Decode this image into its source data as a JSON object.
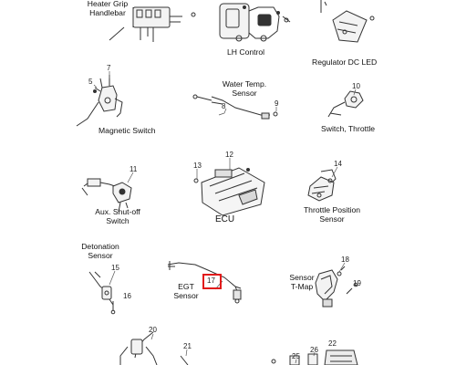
{
  "labels": {
    "heater_grip_1": "Heater Grip",
    "heater_grip_2": "Handlebar",
    "lh_control": "LH Control",
    "regulator": "Regulator DC LED",
    "water_temp_1": "Water Temp.",
    "water_temp_2": "Sensor",
    "magnetic_switch": "Magnetic Switch",
    "switch_throttle": "Switch, Throttle",
    "aux_1": "Aux. Shut-off",
    "aux_2": "Switch",
    "ecu": "ECU",
    "tps_1": "Throttle Position",
    "tps_2": "Sensor",
    "detonation_1": "Detonation",
    "detonation_2": "Sensor",
    "egt_1": "EGT",
    "egt_2": "Sensor",
    "tmap_1": "Sensor",
    "tmap_2": "T-Map"
  },
  "callouts": {
    "n5": "5",
    "n7": "7",
    "n8": "8",
    "n9": "9",
    "n10": "10",
    "n11": "11",
    "n12": "12",
    "n13": "13",
    "n14": "14",
    "n15": "15",
    "n16": "16",
    "n17": "17",
    "n18": "18",
    "n19": "19",
    "n20": "20",
    "n21": "21",
    "n22": "22",
    "n25": "25",
    "n26": "26"
  },
  "highlight": {
    "callout": "17",
    "color": "#e11b1b"
  }
}
